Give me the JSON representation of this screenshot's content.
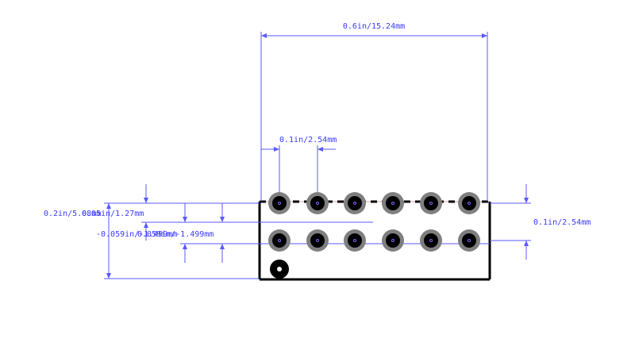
{
  "dimensions": {
    "overall_width": "0.6in/15.24mm",
    "pitch_horizontal": "0.1in/2.54mm",
    "row_pitch_right": "0.1in/2.54mm",
    "overall_height": "0.2in/5.08mm",
    "half_pitch": "0.05in/1.27mm",
    "offset_neg_in": "-0.059in/-1.499mm",
    "offset_neg_mm": "0.059in/-1.499mm"
  },
  "colors": {
    "dimension": "#5a5aff",
    "outline": "#000000",
    "pad_ring": "#7f7f7f",
    "pad_hole": "#000000"
  },
  "pads": {
    "top_row_count": 6,
    "bottom_row_count": 6,
    "pin1_marker": "dot"
  }
}
